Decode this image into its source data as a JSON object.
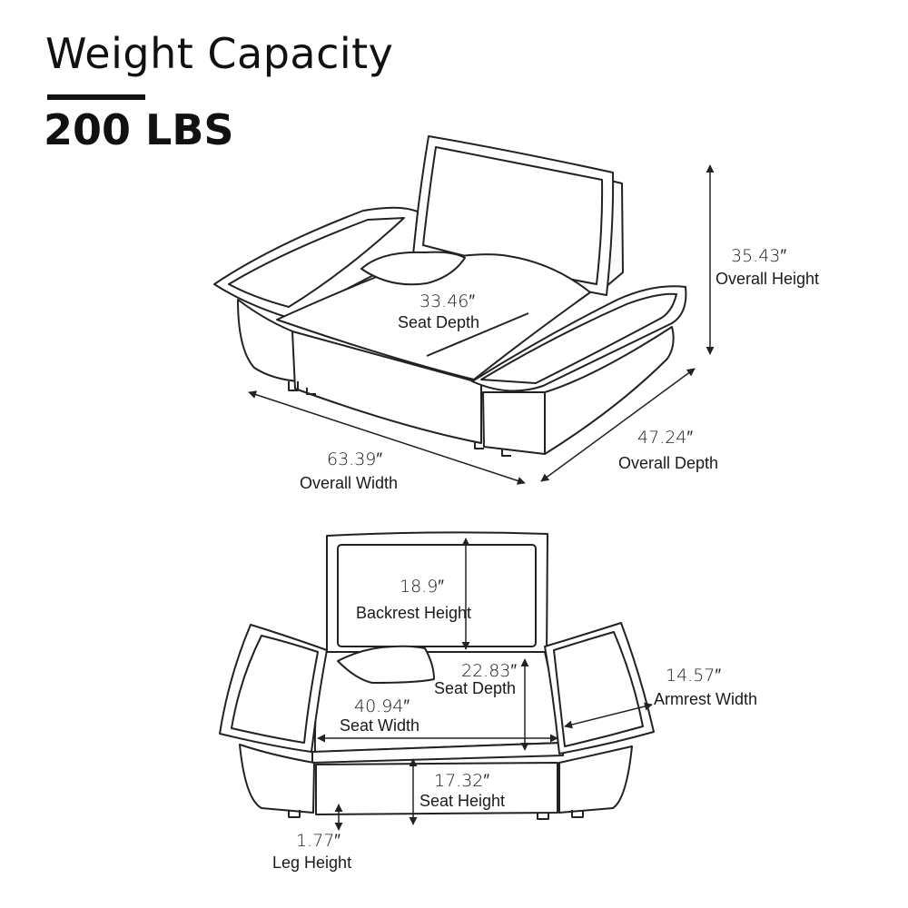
{
  "header": {
    "title": "Weight Capacity",
    "value": "200 LBS"
  },
  "top_view": {
    "seat_depth": {
      "value": "33.46″",
      "label": "Seat Depth"
    },
    "overall_height": {
      "value": "35.43″",
      "label": "Overall  Height"
    },
    "overall_width": {
      "value": "63.39″",
      "label": "Overall Width"
    },
    "overall_depth": {
      "value": "47.24″",
      "label": "Overall Depth"
    }
  },
  "front_view": {
    "backrest_height": {
      "value": "18.9″",
      "label": "Backrest Height"
    },
    "seat_depth": {
      "value": "22.83″",
      "label": "Seat Depth"
    },
    "seat_width": {
      "value": "40.94″",
      "label": "Seat Width"
    },
    "armrest_width": {
      "value": "14.57″",
      "label": "Armrest Width"
    },
    "seat_height": {
      "value": "17.32″",
      "label": "Seat Height"
    },
    "leg_height": {
      "value": "1.77″",
      "label": "Leg Height"
    }
  }
}
